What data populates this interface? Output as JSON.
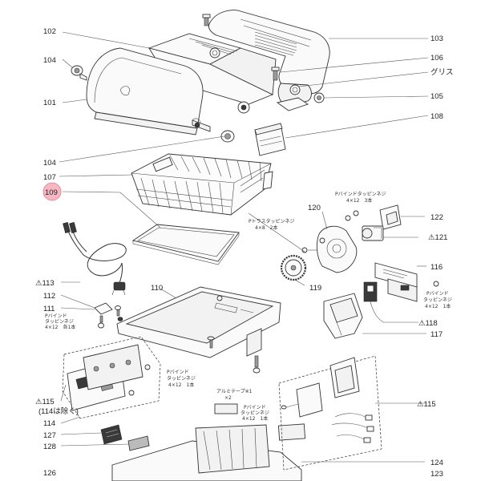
{
  "labels": {
    "l102": "102",
    "l103": "103",
    "l104a": "104",
    "l106": "106",
    "lgris": "グリス",
    "l101": "101",
    "l105": "105",
    "l108": "108",
    "l104b": "104",
    "l107": "107",
    "l109": "109",
    "l122": "122",
    "l121": "121",
    "l120": "120",
    "l116": "116",
    "l113": "113",
    "l119": "119",
    "l112": "112",
    "l110": "110",
    "l118": "118",
    "l111": "111",
    "l117": "117",
    "l115r": "115",
    "l115l": "115",
    "l114note": "(114は除く)",
    "l114": "114",
    "l127": "127",
    "l128": "128",
    "l124": "124",
    "l126": "126",
    "l123": "123",
    "warn": "⚠"
  },
  "notes": {
    "screw_top_1": "Pバインドタッピンネジ",
    "screw_top_2": "4×12　3本",
    "ptruss_1": "Pトラスタッピンネジ",
    "ptruss_2": "4×8　2本",
    "pbind_r1": "Pバインド",
    "pbind_r2": "タッピンネジ",
    "pbind_r3": "4×12　1本",
    "pbind_l1": "Pバインド",
    "pbind_l2": "タッピンネジ",
    "pbind_l3": "4×12　各1本",
    "pbind_m1": "Pバインド",
    "pbind_m2": "タッピンネジ",
    "pbind_m3": "4×12　1本",
    "alu_1": "アルミテープ※1",
    "alu_2": "×2",
    "pbind_b1": "Pバインド",
    "pbind_b2": "タッピンネジ",
    "pbind_b3": "4×12　1本"
  },
  "colors": {
    "highlight": "#f7b8c4",
    "highlight_stroke": "#e07890"
  }
}
